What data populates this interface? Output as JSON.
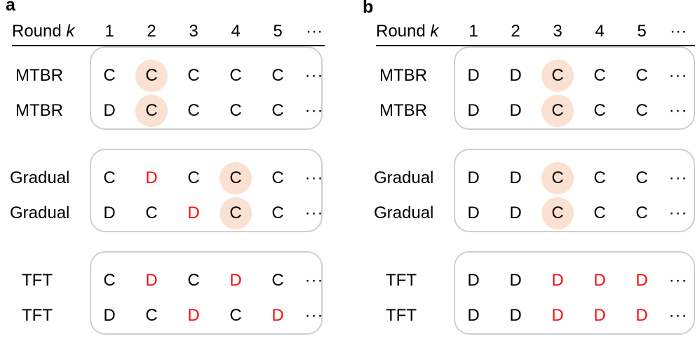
{
  "figure": {
    "type": "strategy-sequence-diagram",
    "highlight_color": "#fbe1d1",
    "defect_color": "#f60f0f",
    "box_border_color": "#cfcfcf"
  },
  "panels": [
    {
      "label": "a",
      "header": {
        "row_label": "Round ",
        "row_label_italic": "k",
        "columns": [
          "1",
          "2",
          "3",
          "4",
          "5",
          "···"
        ]
      },
      "groups": [
        {
          "name": "mtbr-group",
          "rows": [
            {
              "label": "MTBR",
              "cells": [
                {
                  "value": "C",
                  "defect": false,
                  "highlight": false
                },
                {
                  "value": "C",
                  "defect": false,
                  "highlight": true
                },
                {
                  "value": "C",
                  "defect": false,
                  "highlight": false
                },
                {
                  "value": "C",
                  "defect": false,
                  "highlight": false
                },
                {
                  "value": "C",
                  "defect": false,
                  "highlight": false
                },
                {
                  "value": "···",
                  "defect": false,
                  "highlight": false
                }
              ]
            },
            {
              "label": "MTBR",
              "cells": [
                {
                  "value": "D",
                  "defect": false,
                  "highlight": false
                },
                {
                  "value": "C",
                  "defect": false,
                  "highlight": true
                },
                {
                  "value": "C",
                  "defect": false,
                  "highlight": false
                },
                {
                  "value": "C",
                  "defect": false,
                  "highlight": false
                },
                {
                  "value": "C",
                  "defect": false,
                  "highlight": false
                },
                {
                  "value": "···",
                  "defect": false,
                  "highlight": false
                }
              ]
            }
          ]
        },
        {
          "name": "gradual-group",
          "rows": [
            {
              "label": "Gradual",
              "cells": [
                {
                  "value": "C",
                  "defect": false,
                  "highlight": false
                },
                {
                  "value": "D",
                  "defect": true,
                  "highlight": false
                },
                {
                  "value": "C",
                  "defect": false,
                  "highlight": false
                },
                {
                  "value": "C",
                  "defect": false,
                  "highlight": true
                },
                {
                  "value": "C",
                  "defect": false,
                  "highlight": false
                },
                {
                  "value": "···",
                  "defect": false,
                  "highlight": false
                }
              ]
            },
            {
              "label": "Gradual",
              "cells": [
                {
                  "value": "D",
                  "defect": false,
                  "highlight": false
                },
                {
                  "value": "C",
                  "defect": false,
                  "highlight": false
                },
                {
                  "value": "D",
                  "defect": true,
                  "highlight": false
                },
                {
                  "value": "C",
                  "defect": false,
                  "highlight": true
                },
                {
                  "value": "C",
                  "defect": false,
                  "highlight": false
                },
                {
                  "value": "···",
                  "defect": false,
                  "highlight": false
                }
              ]
            }
          ]
        },
        {
          "name": "tft-group",
          "rows": [
            {
              "label": "TFT",
              "cells": [
                {
                  "value": "C",
                  "defect": false,
                  "highlight": false
                },
                {
                  "value": "D",
                  "defect": true,
                  "highlight": false
                },
                {
                  "value": "C",
                  "defect": false,
                  "highlight": false
                },
                {
                  "value": "D",
                  "defect": true,
                  "highlight": false
                },
                {
                  "value": "C",
                  "defect": false,
                  "highlight": false
                },
                {
                  "value": "···",
                  "defect": false,
                  "highlight": false
                }
              ]
            },
            {
              "label": "TFT",
              "cells": [
                {
                  "value": "D",
                  "defect": false,
                  "highlight": false
                },
                {
                  "value": "C",
                  "defect": false,
                  "highlight": false
                },
                {
                  "value": "D",
                  "defect": true,
                  "highlight": false
                },
                {
                  "value": "C",
                  "defect": false,
                  "highlight": false
                },
                {
                  "value": "D",
                  "defect": true,
                  "highlight": false
                },
                {
                  "value": "···",
                  "defect": false,
                  "highlight": false
                }
              ]
            }
          ]
        }
      ]
    },
    {
      "label": "b",
      "header": {
        "row_label": "Round ",
        "row_label_italic": "k",
        "columns": [
          "1",
          "2",
          "3",
          "4",
          "5",
          "···"
        ]
      },
      "groups": [
        {
          "name": "mtbr-group",
          "rows": [
            {
              "label": "MTBR",
              "cells": [
                {
                  "value": "D",
                  "defect": false,
                  "highlight": false
                },
                {
                  "value": "D",
                  "defect": false,
                  "highlight": false
                },
                {
                  "value": "C",
                  "defect": false,
                  "highlight": true
                },
                {
                  "value": "C",
                  "defect": false,
                  "highlight": false
                },
                {
                  "value": "C",
                  "defect": false,
                  "highlight": false
                },
                {
                  "value": "···",
                  "defect": false,
                  "highlight": false
                }
              ]
            },
            {
              "label": "MTBR",
              "cells": [
                {
                  "value": "D",
                  "defect": false,
                  "highlight": false
                },
                {
                  "value": "D",
                  "defect": false,
                  "highlight": false
                },
                {
                  "value": "C",
                  "defect": false,
                  "highlight": true
                },
                {
                  "value": "C",
                  "defect": false,
                  "highlight": false
                },
                {
                  "value": "C",
                  "defect": false,
                  "highlight": false
                },
                {
                  "value": "···",
                  "defect": false,
                  "highlight": false
                }
              ]
            }
          ]
        },
        {
          "name": "gradual-group",
          "rows": [
            {
              "label": "Gradual",
              "cells": [
                {
                  "value": "D",
                  "defect": false,
                  "highlight": false
                },
                {
                  "value": "D",
                  "defect": false,
                  "highlight": false
                },
                {
                  "value": "C",
                  "defect": false,
                  "highlight": true
                },
                {
                  "value": "C",
                  "defect": false,
                  "highlight": false
                },
                {
                  "value": "C",
                  "defect": false,
                  "highlight": false
                },
                {
                  "value": "···",
                  "defect": false,
                  "highlight": false
                }
              ]
            },
            {
              "label": "Gradual",
              "cells": [
                {
                  "value": "D",
                  "defect": false,
                  "highlight": false
                },
                {
                  "value": "D",
                  "defect": false,
                  "highlight": false
                },
                {
                  "value": "C",
                  "defect": false,
                  "highlight": true
                },
                {
                  "value": "C",
                  "defect": false,
                  "highlight": false
                },
                {
                  "value": "C",
                  "defect": false,
                  "highlight": false
                },
                {
                  "value": "···",
                  "defect": false,
                  "highlight": false
                }
              ]
            }
          ]
        },
        {
          "name": "tft-group",
          "rows": [
            {
              "label": "TFT",
              "cells": [
                {
                  "value": "D",
                  "defect": false,
                  "highlight": false
                },
                {
                  "value": "D",
                  "defect": false,
                  "highlight": false
                },
                {
                  "value": "D",
                  "defect": true,
                  "highlight": false
                },
                {
                  "value": "D",
                  "defect": true,
                  "highlight": false
                },
                {
                  "value": "D",
                  "defect": true,
                  "highlight": false
                },
                {
                  "value": "···",
                  "defect": false,
                  "highlight": false
                }
              ]
            },
            {
              "label": "TFT",
              "cells": [
                {
                  "value": "D",
                  "defect": false,
                  "highlight": false
                },
                {
                  "value": "D",
                  "defect": false,
                  "highlight": false
                },
                {
                  "value": "D",
                  "defect": true,
                  "highlight": false
                },
                {
                  "value": "D",
                  "defect": true,
                  "highlight": false
                },
                {
                  "value": "D",
                  "defect": true,
                  "highlight": false
                },
                {
                  "value": "···",
                  "defect": false,
                  "highlight": false
                }
              ]
            }
          ]
        }
      ]
    }
  ]
}
